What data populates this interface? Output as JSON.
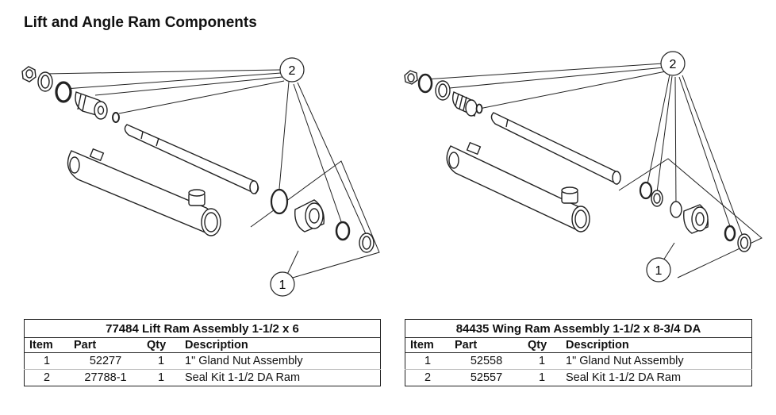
{
  "page": {
    "title": "Lift and Angle Ram Components"
  },
  "left_diagram": {
    "callouts": [
      {
        "label": "2"
      },
      {
        "label": "1"
      }
    ]
  },
  "right_diagram": {
    "callouts": [
      {
        "label": "2"
      },
      {
        "label": "1"
      }
    ]
  },
  "left_table": {
    "caption": "77484  Lift Ram Assembly 1-1/2 x 6",
    "headers": {
      "item": "Item",
      "part": "Part",
      "qty": "Qty",
      "description": "Description"
    },
    "rows": [
      {
        "item": "1",
        "part": "52277",
        "qty": "1",
        "description": "1\" Gland Nut Assembly"
      },
      {
        "item": "2",
        "part": "27788-1",
        "qty": "1",
        "description": "Seal Kit 1-1/2 DA Ram"
      }
    ]
  },
  "right_table": {
    "caption": "84435  Wing Ram Assembly 1-1/2 x 8-3/4 DA",
    "headers": {
      "item": "Item",
      "part": "Part",
      "qty": "Qty",
      "description": "Description"
    },
    "rows": [
      {
        "item": "1",
        "part": "52558",
        "qty": "1",
        "description": "1\" Gland Nut Assembly"
      },
      {
        "item": "2",
        "part": "52557",
        "qty": "1",
        "description": "Seal Kit 1-1/2 DA Ram"
      }
    ]
  }
}
